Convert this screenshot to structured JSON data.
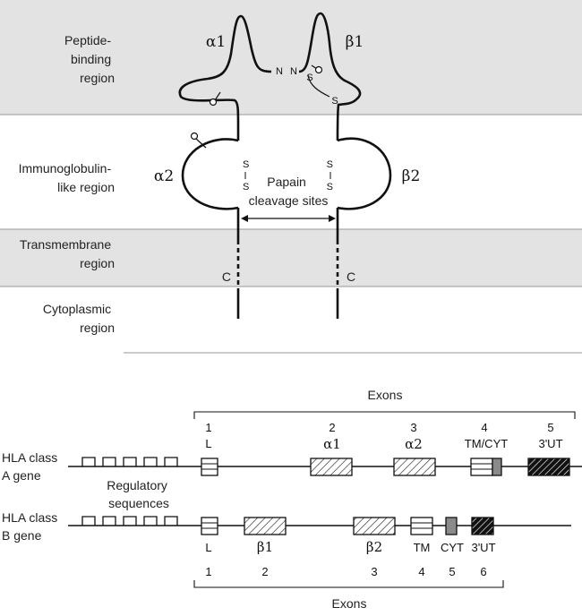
{
  "top_panel": {
    "regions": [
      {
        "label_lines": [
          "Peptide-",
          "binding",
          "region"
        ]
      },
      {
        "label_lines": [
          "Immunoglobulin-",
          "like region"
        ]
      },
      {
        "label_lines": [
          "Transmembrane",
          "region"
        ]
      },
      {
        "label_lines": [
          "Cytoplasmic",
          "region"
        ]
      }
    ],
    "domains": {
      "alpha1": "α1",
      "beta1": "β1",
      "alpha2": "α2",
      "beta2": "β2"
    },
    "n_label": "N",
    "s_label": "S",
    "c_label": "C",
    "papain_lines": [
      "Papain",
      "cleavage sites"
    ]
  },
  "gene_panel": {
    "exons_label": "Exons",
    "regulatory_lines": [
      "Regulatory",
      "sequences"
    ],
    "gene_a": {
      "label_lines": [
        "HLA class",
        "A gene"
      ],
      "exons": [
        {
          "number": "1",
          "name": "L"
        },
        {
          "number": "2",
          "name": "α1"
        },
        {
          "number": "3",
          "name": "α2"
        },
        {
          "number": "4",
          "name": "TM/CYT"
        },
        {
          "number": "5",
          "name": "3'UT"
        }
      ]
    },
    "gene_b": {
      "label_lines": [
        "HLA class",
        "B gene"
      ],
      "exons": [
        {
          "number": "1",
          "name": "L"
        },
        {
          "number": "2",
          "name": "β1"
        },
        {
          "number": "3",
          "name": "β2"
        },
        {
          "number": "4",
          "name": "TM"
        },
        {
          "number": "5",
          "name": "CYT"
        },
        {
          "number": "6",
          "name": "3'UT"
        }
      ]
    }
  },
  "colors": {
    "region_shade": "#e3e3e3",
    "line": "#111111",
    "cyt_box": "#8a8a8a",
    "utr_box": "#111111"
  }
}
